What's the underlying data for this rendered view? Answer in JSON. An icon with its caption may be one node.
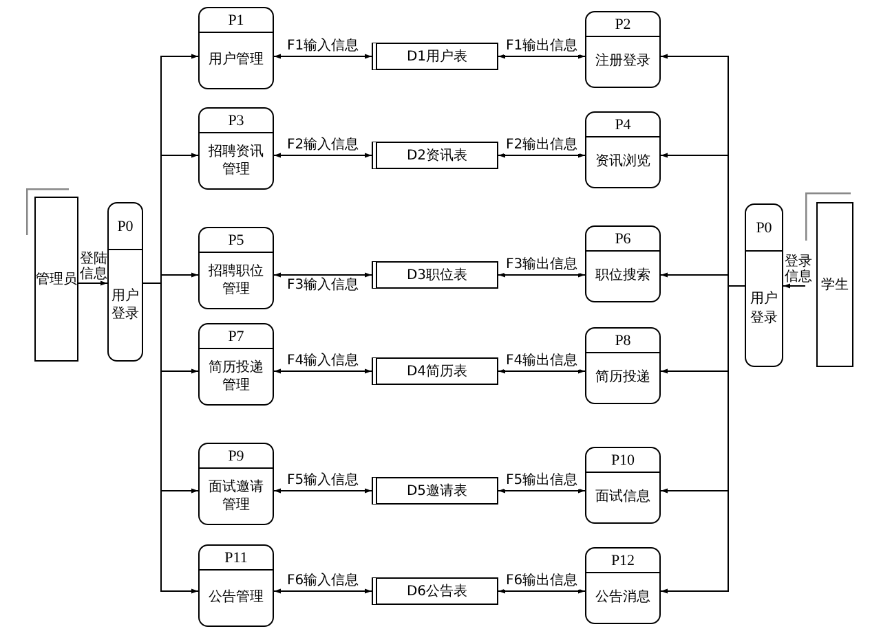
{
  "diagram": {
    "nodes": [
      {
        "text": [
          "管理员"
        ]
      },
      {
        "text": [
          "P0",
          "用户登录"
        ]
      },
      {
        "text": [
          "P1",
          "用户管理"
        ]
      },
      {
        "text": [
          "D1用户表"
        ]
      },
      {
        "text": [
          "P2",
          "注册登录"
        ]
      },
      {
        "text": [
          "P3",
          "招聘资讯管理"
        ]
      },
      {
        "text": [
          "D2资讯表"
        ]
      },
      {
        "text": [
          "P4",
          "资讯浏览"
        ]
      },
      {
        "text": [
          "P5",
          "招聘职位管理"
        ]
      },
      {
        "text": [
          "D3职位表"
        ]
      },
      {
        "text": [
          "P6",
          "职位搜索"
        ]
      },
      {
        "text": [
          "P7",
          "简历投递管理"
        ]
      },
      {
        "text": [
          "D4简历表"
        ]
      },
      {
        "text": [
          "P8",
          "简历投递"
        ]
      },
      {
        "text": [
          "P9",
          "面试邀请管理"
        ]
      },
      {
        "text": [
          "D5邀请表"
        ]
      },
      {
        "text": [
          "P10",
          "面试信息"
        ]
      },
      {
        "text": [
          "P11",
          "公告管理"
        ]
      },
      {
        "text": [
          "D6公告表"
        ]
      },
      {
        "text": [
          "P12",
          "公告消息"
        ]
      },
      {
        "text": [
          "P0",
          "用户登录"
        ]
      },
      {
        "text": [
          "学生"
        ]
      }
    ],
    "edges": [
      {
        "from": 0,
        "to": 1,
        "arrow": "to",
        "label": "登陆信息"
      },
      {
        "from": 1,
        "to": 2,
        "arrow": "to"
      },
      {
        "from": 1,
        "to": 5,
        "arrow": "to"
      },
      {
        "from": 1,
        "to": 8,
        "arrow": "to"
      },
      {
        "from": 1,
        "to": 11,
        "arrow": "to"
      },
      {
        "from": 1,
        "to": 14,
        "arrow": "to"
      },
      {
        "from": 1,
        "to": 17,
        "arrow": "to"
      },
      {
        "from": 2,
        "to": 3,
        "arrow": "both",
        "label": "F1输入信息"
      },
      {
        "from": 5,
        "to": 6,
        "arrow": "both",
        "label": "F2输入信息"
      },
      {
        "from": 8,
        "to": 9,
        "arrow": "both",
        "label": "F3输入信息"
      },
      {
        "from": 11,
        "to": 12,
        "arrow": "both",
        "label": "F4输入信息"
      },
      {
        "from": 14,
        "to": 15,
        "arrow": "both",
        "label": "F5输入信息"
      },
      {
        "from": 17,
        "to": 18,
        "arrow": "both",
        "label": "F6输入信息"
      },
      {
        "from": 3,
        "to": 4,
        "arrow": "both",
        "label": "F1输出信息"
      },
      {
        "from": 6,
        "to": 7,
        "arrow": "both",
        "label": "F2输出信息"
      },
      {
        "from": 9,
        "to": 10,
        "arrow": "both",
        "label": "F3输出信息"
      },
      {
        "from": 12,
        "to": 13,
        "arrow": "both",
        "label": "F4输出信息"
      },
      {
        "from": 15,
        "to": 16,
        "arrow": "both",
        "label": "F5输出信息"
      },
      {
        "from": 18,
        "to": 19,
        "arrow": "both",
        "label": "F6输出信息"
      },
      {
        "from": 20,
        "to": 4,
        "arrow": "to"
      },
      {
        "from": 20,
        "to": 7,
        "arrow": "to"
      },
      {
        "from": 20,
        "to": 10,
        "arrow": "to"
      },
      {
        "from": 20,
        "to": 13,
        "arrow": "to"
      },
      {
        "from": 20,
        "to": 16,
        "arrow": "to"
      },
      {
        "from": 20,
        "to": 19,
        "arrow": "to"
      },
      {
        "from": 21,
        "to": 20,
        "arrow": "to",
        "label": "登录信息"
      }
    ]
  }
}
